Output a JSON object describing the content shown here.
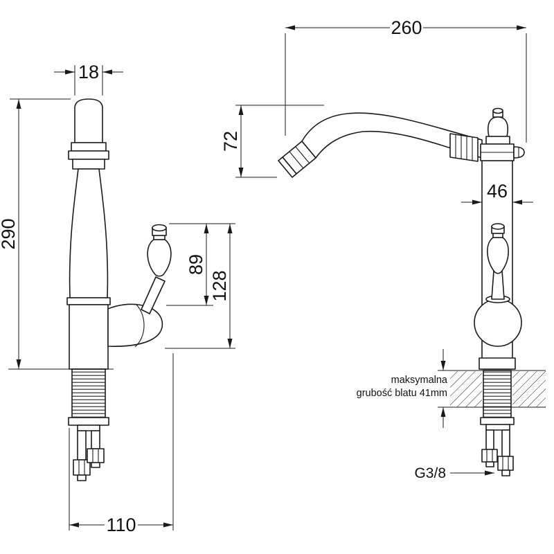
{
  "drawing": {
    "front_view": {
      "spout_width_mm": "18",
      "height_mm": "290",
      "handle_upper_mm": "89",
      "handle_total_mm": "128",
      "depth_mm": "110"
    },
    "side_view": {
      "reach_mm": "260",
      "drop_mm": "72",
      "body_width_mm": "46",
      "note_line1": "maksymalna",
      "note_line2": "grubość blatu 41mm",
      "thread": "G3/8"
    }
  }
}
